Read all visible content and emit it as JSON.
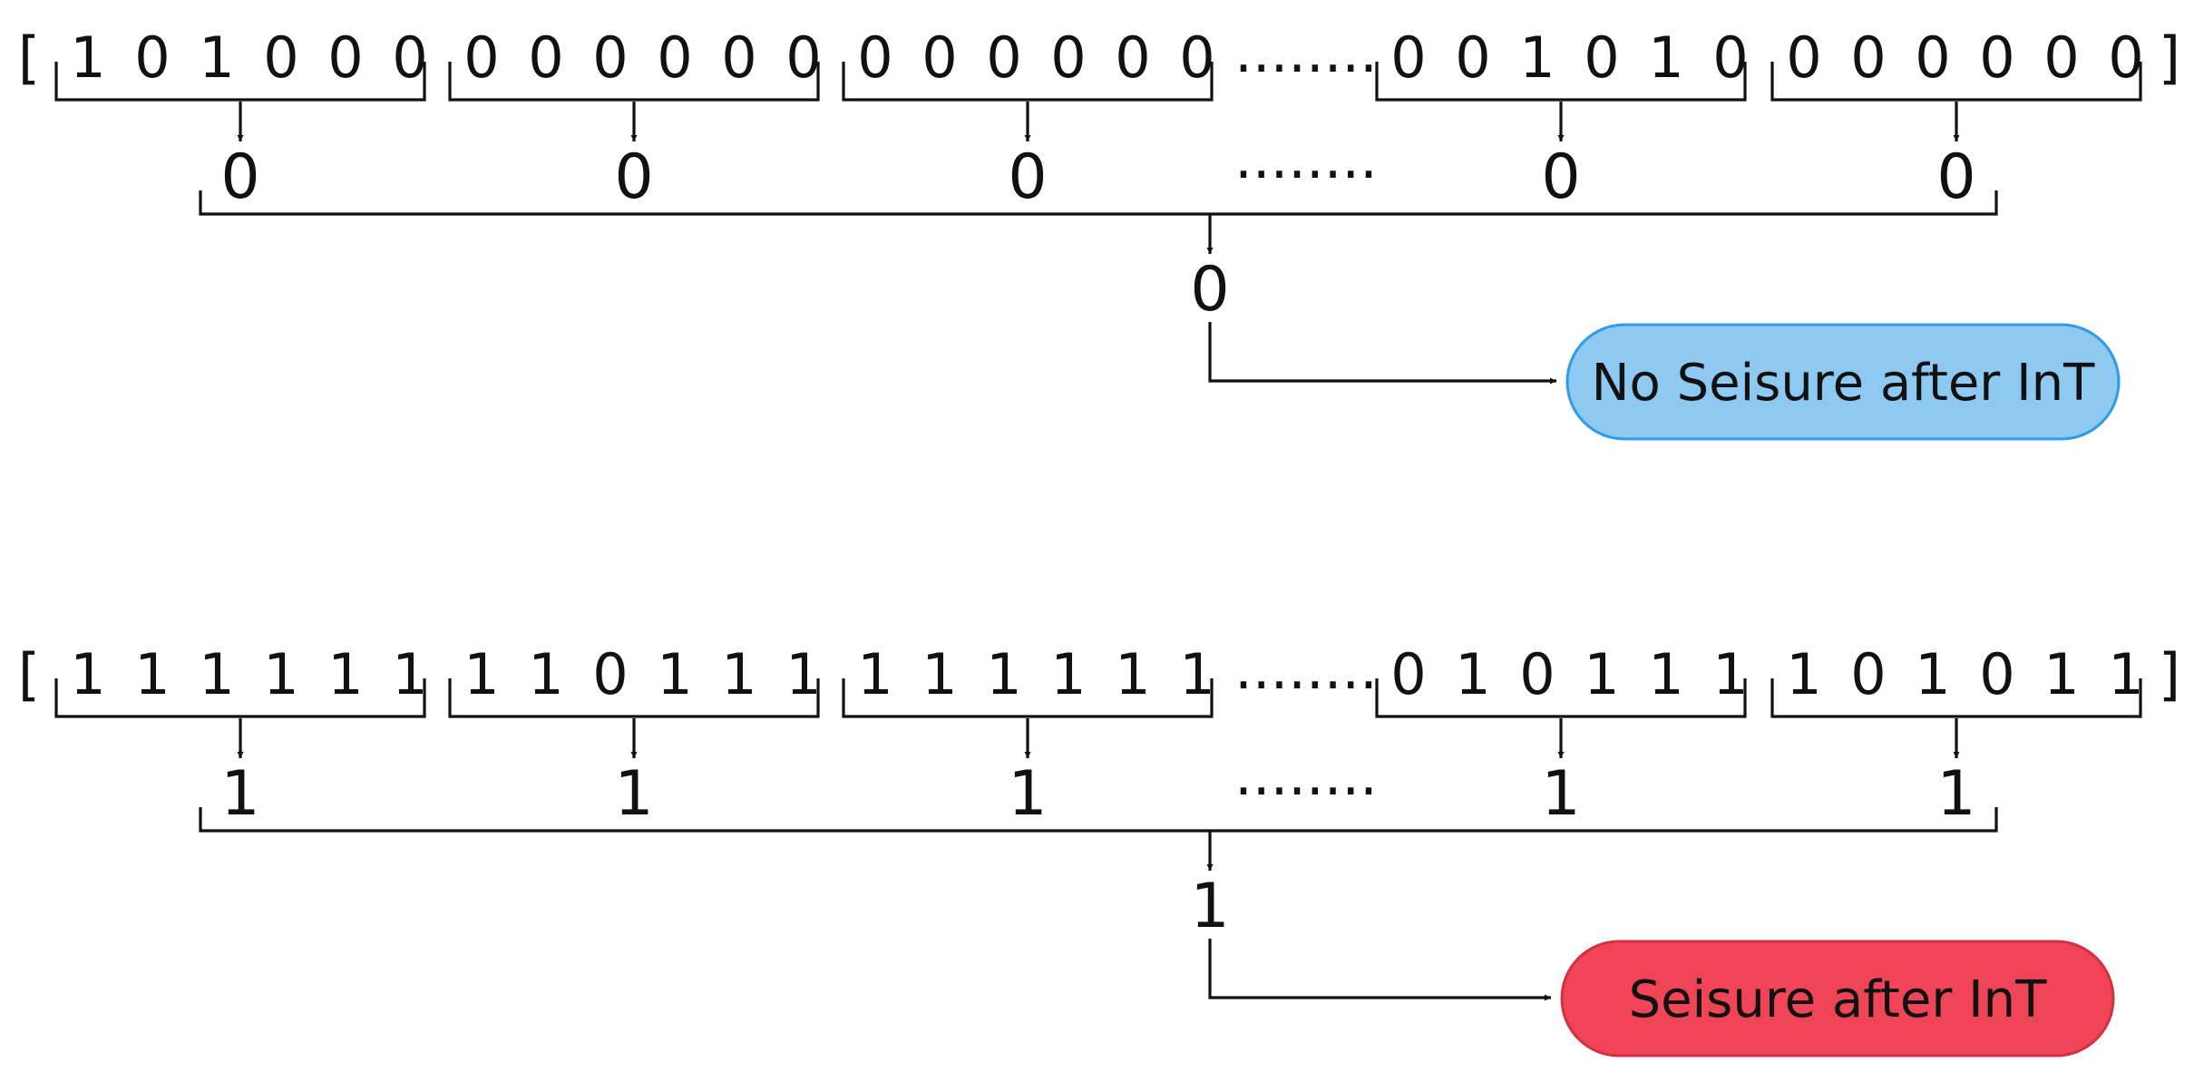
{
  "top": {
    "open_bracket": "[",
    "close_bracket": "]",
    "groups": [
      {
        "bits": [
          "1",
          "0",
          "1",
          "0",
          "0",
          "0"
        ],
        "output": "0"
      },
      {
        "bits": [
          "0",
          "0",
          "0",
          "0",
          "0",
          "0"
        ],
        "output": "0"
      },
      {
        "bits": [
          "0",
          "0",
          "0",
          "0",
          "0",
          "0"
        ],
        "output": "0"
      },
      {
        "bits": [
          "0",
          "0",
          "1",
          "0",
          "1",
          "0"
        ],
        "output": "0"
      },
      {
        "bits": [
          "0",
          "0",
          "0",
          "0",
          "0",
          "0"
        ],
        "output": "0"
      }
    ],
    "ellipsis": "........",
    "final_output": "0",
    "result_label": "No Seisure after InT",
    "result_color": "#8dc9f1",
    "result_border": "#2f9be6"
  },
  "bottom": {
    "open_bracket": "[",
    "close_bracket": "]",
    "groups": [
      {
        "bits": [
          "1",
          "1",
          "1",
          "1",
          "1",
          "1"
        ],
        "output": "1"
      },
      {
        "bits": [
          "1",
          "1",
          "0",
          "1",
          "1",
          "1"
        ],
        "output": "1"
      },
      {
        "bits": [
          "1",
          "1",
          "1",
          "1",
          "1",
          "1"
        ],
        "output": "1"
      },
      {
        "bits": [
          "0",
          "1",
          "0",
          "1",
          "1",
          "1"
        ],
        "output": "1"
      },
      {
        "bits": [
          "1",
          "0",
          "1",
          "0",
          "1",
          "1"
        ],
        "output": "1"
      }
    ],
    "ellipsis": "........",
    "final_output": "1",
    "result_label": "Seisure after InT",
    "result_color": "#ef4557",
    "result_border": "#d42f42"
  }
}
